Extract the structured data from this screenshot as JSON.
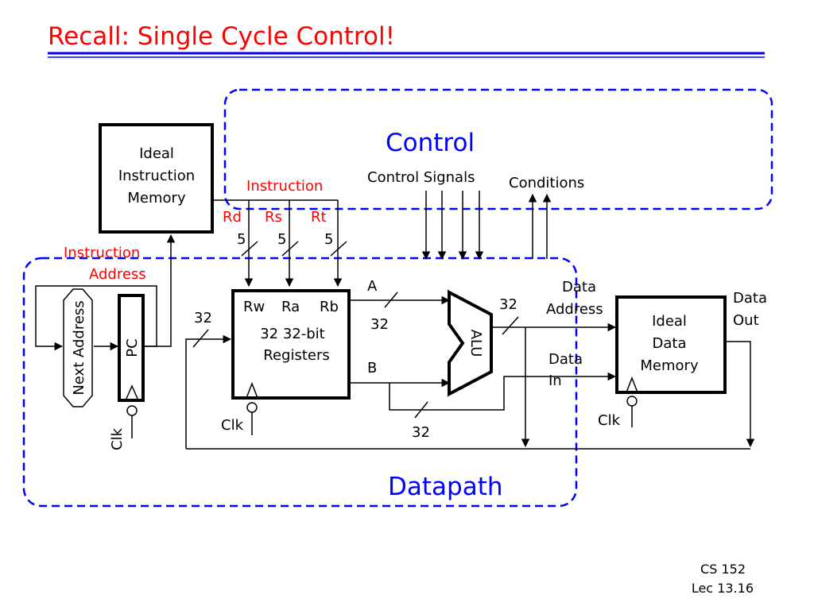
{
  "slide": {
    "title": "Recall: Single Cycle Control!",
    "footer": {
      "course": "CS 152",
      "lecture": "Lec 13.16"
    }
  },
  "regions": {
    "control": "Control",
    "datapath": "Datapath"
  },
  "labels": {
    "control_signals": "Control Signals",
    "conditions": "Conditions",
    "instruction": "Instruction",
    "instruction_address_1": "Instruction",
    "instruction_address_2": "Address",
    "rd": "Rd",
    "rs": "Rs",
    "rt": "Rt",
    "width_5": "5",
    "width_32": "32",
    "bus_a": "A",
    "bus_b": "B",
    "data_address_1": "Data",
    "data_address_2": "Address",
    "data_in_1": "Data",
    "data_in_2": "In",
    "data_out_1": "Data",
    "data_out_2": "Out",
    "clk": "Clk"
  },
  "blocks": {
    "instruction_memory": [
      "Ideal",
      "Instruction",
      "Memory"
    ],
    "register_file": {
      "ports": [
        "Rw",
        "Ra",
        "Rb"
      ],
      "name_1": "32 32-bit",
      "name_2": "Registers"
    },
    "pc": "PC",
    "next_address": "Next Address",
    "alu": "ALU",
    "data_memory": [
      "Ideal",
      "Data",
      "Memory"
    ]
  },
  "colors": {
    "title": "#ff0000",
    "accent_line": "#0000ff",
    "region_border": "#0000ff",
    "signal_label": "#ff0000"
  }
}
